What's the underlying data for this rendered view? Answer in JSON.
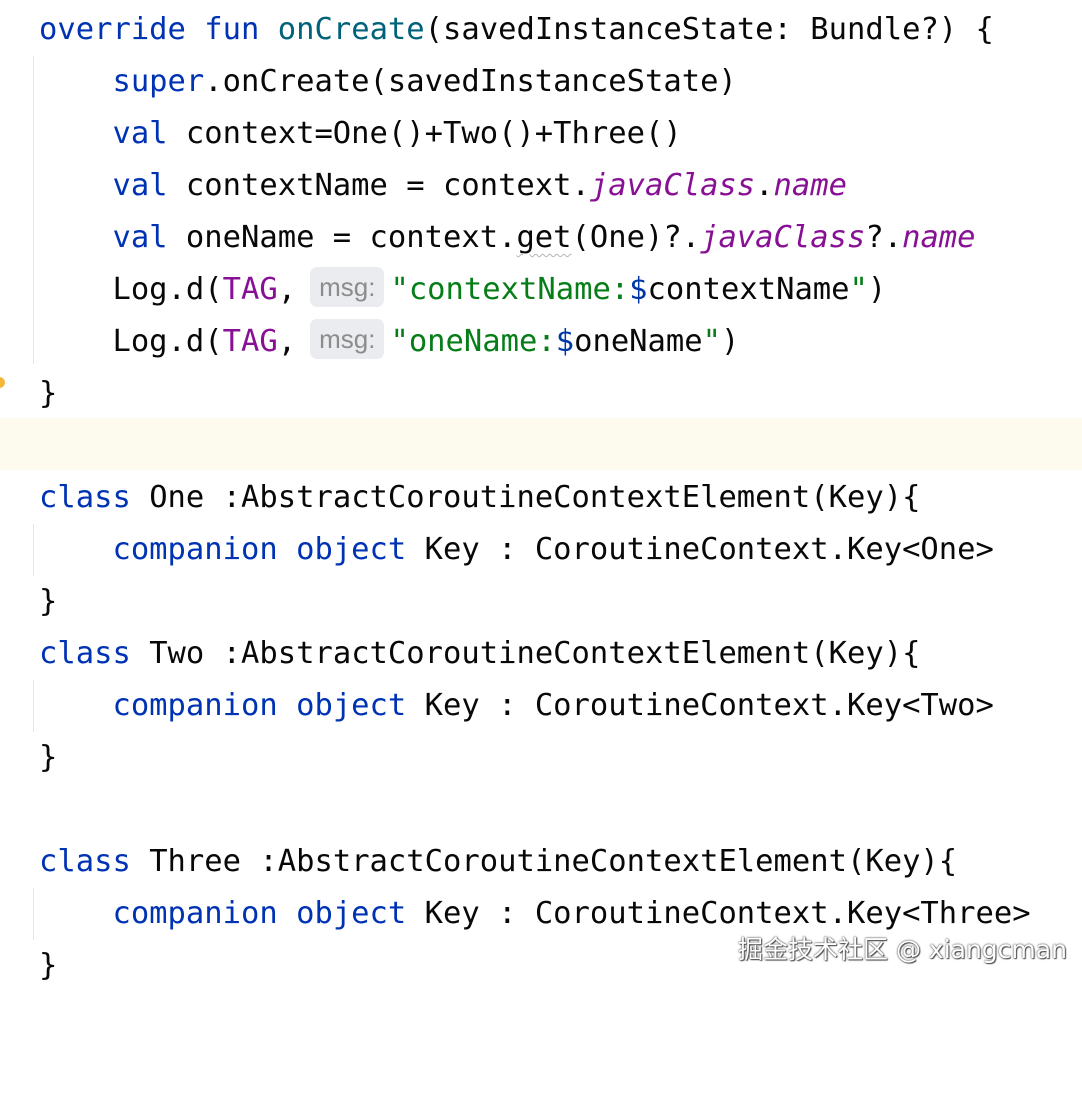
{
  "editor": {
    "oncreate": {
      "kw_override": "override",
      "kw_fun": "fun",
      "fn_name": "onCreate",
      "params": "(savedInstanceState: Bundle?) {",
      "kw_super": "super",
      "super_call": ".onCreate(savedInstanceState)",
      "kw_val": "val",
      "context_decl": " context=One()+Two()+Three()",
      "context_name_decl": " contextName = context.",
      "java_class": "javaClass",
      "dot": ".",
      "name": "name",
      "one_name_decl": " oneName = context.",
      "get_call": "get",
      "get_args": "(One)?.",
      "safe_dot": "?.",
      "log_d": "Log.d(",
      "tag": "TAG",
      "comma": ",",
      "hint_msg": "msg:",
      "str_context_open": "\"contextName:",
      "dollar": "$",
      "context_name_ref": "contextName",
      "str_close": "\"",
      "paren_close": ")",
      "str_one_open": "\"oneName:",
      "one_name_ref": "oneName",
      "brace_close": "}"
    },
    "classes": [
      {
        "kw_class": "class",
        "name": " One ",
        "super": ":AbstractCoroutineContextElement(Key){",
        "kw_companion": "companion",
        "kw_object": "object",
        "key_decl": " Key : CoroutineContext.Key<One>",
        "brace_close": "}"
      },
      {
        "kw_class": "class",
        "name": " Two ",
        "super": ":AbstractCoroutineContextElement(Key){",
        "kw_companion": "companion",
        "kw_object": "object",
        "key_decl": " Key : CoroutineContext.Key<Two>",
        "brace_close": "}"
      },
      {
        "kw_class": "class",
        "name": " Three ",
        "super": ":AbstractCoroutineContextElement(Key){",
        "kw_companion": "companion",
        "kw_object": "object",
        "key_decl": " Key : CoroutineContext.Key<Three>",
        "brace_close": "}"
      }
    ]
  },
  "watermark": "掘金技术社区 @ xiangcman",
  "colors": {
    "keyword": "#0033b3",
    "function": "#00627a",
    "property": "#871094",
    "string": "#067d17",
    "current_line": "#fdfbed",
    "hint_bg": "#ebecf0",
    "marker": "#f4b73a"
  }
}
